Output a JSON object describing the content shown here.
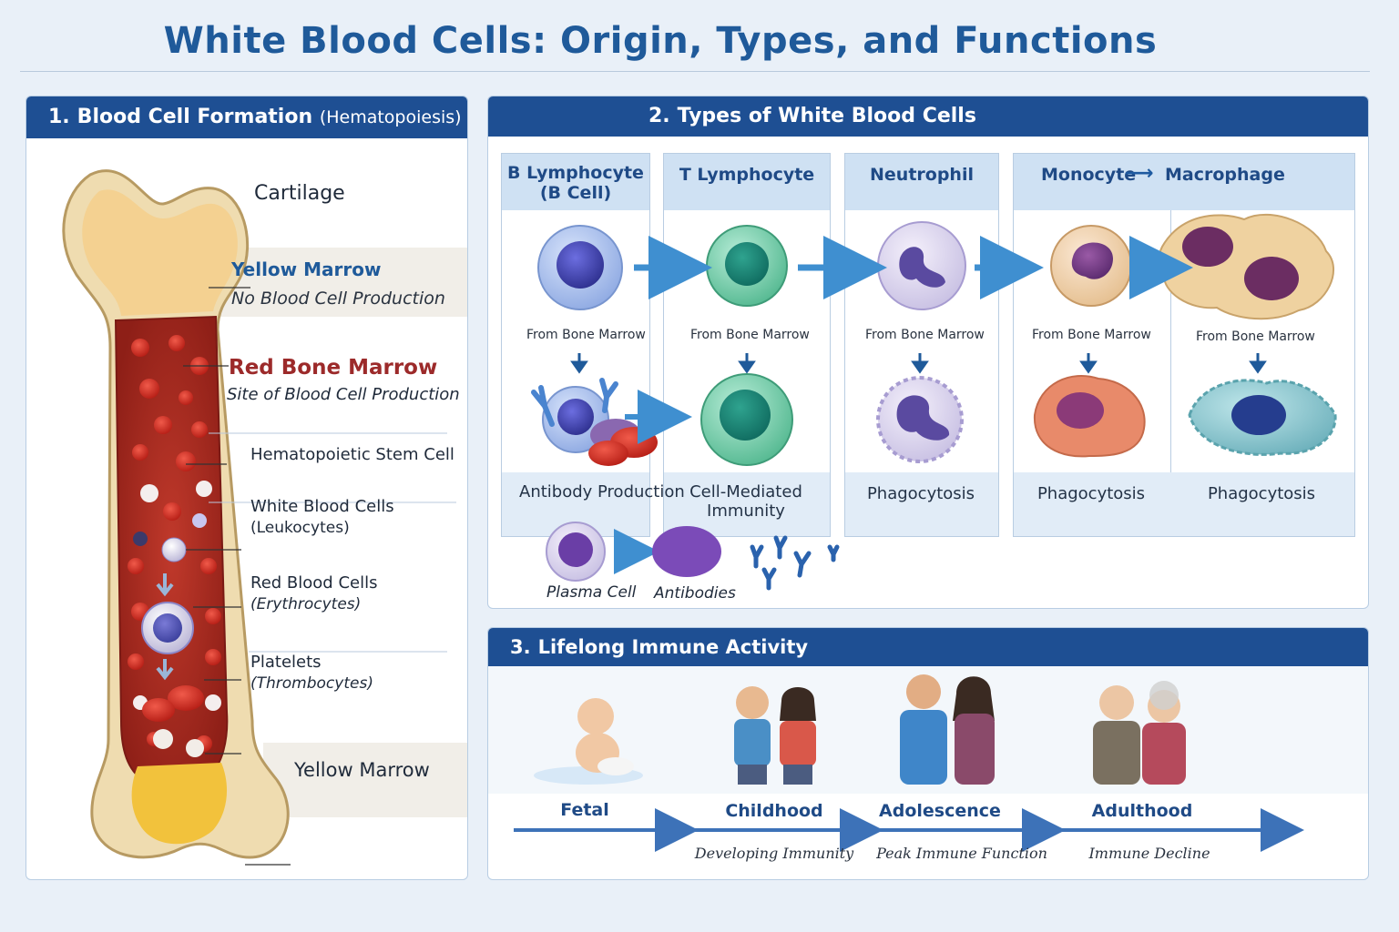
{
  "title": "White Blood Cells: Origin, Types, and Functions",
  "colors": {
    "header_blue": "#1e4f93",
    "accent_red": "#9c2a2a",
    "label_blue": "#1f5a9a"
  },
  "panel1": {
    "number": "1.",
    "title": "Blood Cell Formation",
    "title_paren": "(Hematopoiesis)",
    "labels": {
      "cartilage": "Cartilage",
      "yellow_marrow_top": "Yellow Marrow",
      "yellow_marrow_top_sub": "No Blood Cell Production",
      "red_marrow": "Red Bone Marrow",
      "red_marrow_sub": "Site of Blood Cell Production",
      "stem_cell": "Hematopoietic Stem Cell",
      "wbc": "White Blood Cells",
      "wbc_sub": "(Leukocytes)",
      "rbc": "Red Blood Cells",
      "rbc_sub": "(Erythrocytes)",
      "platelets": "Platelets",
      "platelets_sub": "(Thrombocytes)",
      "yellow_marrow_bottom": "Yellow Marrow"
    }
  },
  "panel2": {
    "number": "2.",
    "title": "Types of White Blood Cells",
    "columns": [
      {
        "name": "B Lymphocyte",
        "name2": "(B Cell)",
        "origin": "From Bone Marrow",
        "function": "Antibody Production"
      },
      {
        "name": "T Lymphocyte",
        "origin": "From Bone Marrow",
        "function": "Cell-Mediated",
        "function2": "Immunity"
      },
      {
        "name": "Neutrophil",
        "origin": "From Bone Marrow",
        "function": "Phagocytosis"
      },
      {
        "name": "Monocyte",
        "name_arrow_to": "Macrophage",
        "origin": "From Bone Marrow",
        "origin2": "From Bone Marrow",
        "function": "Phagocytosis",
        "function2": "Phagocytosis"
      }
    ],
    "plasma_cell": "Plasma Cell",
    "antibodies": "Antibodies"
  },
  "panel3": {
    "number": "3.",
    "title": "Lifelong Immune Activity",
    "stages": [
      "Fetal",
      "Childhood",
      "Adolescence",
      "Adulthood"
    ],
    "sublabels": [
      "Developing Immunity",
      "Peak Immune Function",
      "Immune Decline"
    ]
  }
}
